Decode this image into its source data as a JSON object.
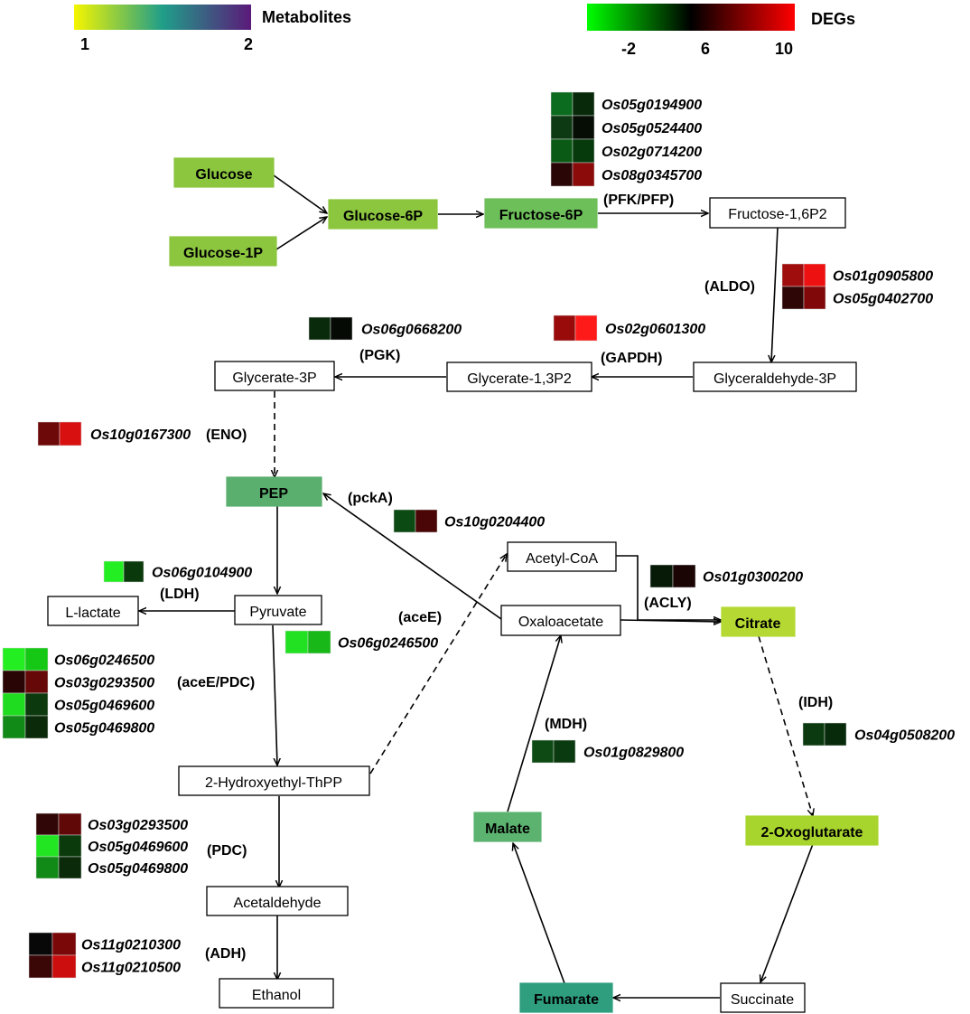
{
  "colors": {
    "box_border": "#000000",
    "box_white": "#ffffff",
    "legend_degs_low": "#00ff00",
    "legend_degs_mid": "#000000",
    "legend_degs_high": "#ff0000",
    "legend_metab_low": "#f5f500",
    "legend_metab_mid": "#1f9e89",
    "legend_metab_high": "#5b1a7a"
  },
  "legend": {
    "metabolites": {
      "title": "Metabolites",
      "min": "1",
      "max": "2"
    },
    "degs": {
      "title": "DEGs",
      "min": "-2",
      "mid": "6",
      "max": "10"
    }
  },
  "nodes": [
    {
      "id": "glucose",
      "label": "Glucose",
      "fill": "#8cc63f"
    },
    {
      "id": "glucose1p",
      "label": "Glucose-1P",
      "fill": "#8cc63f"
    },
    {
      "id": "glucose6p",
      "label": "Glucose-6P",
      "fill": "#8cc63f"
    },
    {
      "id": "fructose6p",
      "label": "Fructose-6P",
      "fill": "#6dbf5a"
    },
    {
      "id": "fructose16p2",
      "label": "Fructose-1,6P2",
      "fill": "#ffffff"
    },
    {
      "id": "glyceraldehyde3p",
      "label": "Glyceraldehyde-3P",
      "fill": "#ffffff"
    },
    {
      "id": "glycerate13p2",
      "label": "Glycerate-1,3P2",
      "fill": "#ffffff"
    },
    {
      "id": "glycerate3p",
      "label": "Glycerate-3P",
      "fill": "#ffffff"
    },
    {
      "id": "pep",
      "label": "PEP",
      "fill": "#5aaf6e"
    },
    {
      "id": "pyruvate",
      "label": "Pyruvate",
      "fill": "#ffffff"
    },
    {
      "id": "llactate",
      "label": "L-lactate",
      "fill": "#ffffff"
    },
    {
      "id": "hydroxyethyl",
      "label": "2-Hydroxyethyl-ThPP",
      "fill": "#ffffff"
    },
    {
      "id": "acetaldehyde",
      "label": "Acetaldehyde",
      "fill": "#ffffff"
    },
    {
      "id": "ethanol",
      "label": "Ethanol",
      "fill": "#ffffff"
    },
    {
      "id": "acetylcoa",
      "label": "Acetyl-CoA",
      "fill": "#ffffff"
    },
    {
      "id": "oxaloacetate",
      "label": "Oxaloacetate",
      "fill": "#ffffff"
    },
    {
      "id": "citrate",
      "label": "Citrate",
      "fill": "#b5d932"
    },
    {
      "id": "oxoglutarate",
      "label": "2-Oxoglutarate",
      "fill": "#a8d42e"
    },
    {
      "id": "succinate",
      "label": "Succinate",
      "fill": "#ffffff"
    },
    {
      "id": "fumarate",
      "label": "Fumarate",
      "fill": "#2e9e7e"
    },
    {
      "id": "malate",
      "label": "Malate",
      "fill": "#5cb370"
    }
  ],
  "enzymes": [
    {
      "id": "pfk",
      "label": "(PFK/PFP)"
    },
    {
      "id": "aldo",
      "label": "(ALDO)"
    },
    {
      "id": "gapdh",
      "label": "(GAPDH)"
    },
    {
      "id": "pgk",
      "label": "(PGK)"
    },
    {
      "id": "eno",
      "label": "(ENO)"
    },
    {
      "id": "pcka",
      "label": "(pckA)"
    },
    {
      "id": "ldh",
      "label": "(LDH)"
    },
    {
      "id": "acee",
      "label": "(aceE)"
    },
    {
      "id": "aceepdc",
      "label": "(aceE/PDC)"
    },
    {
      "id": "pdc",
      "label": "(PDC)"
    },
    {
      "id": "adh",
      "label": "(ADH)"
    },
    {
      "id": "acly",
      "label": "(ACLY)"
    },
    {
      "id": "idh",
      "label": "(IDH)"
    },
    {
      "id": "mdh",
      "label": "(MDH)"
    }
  ],
  "gene_groups": [
    {
      "id": "pfk_genes",
      "rows": [
        {
          "gene": "Os05g0194900",
          "colors": [
            "#0b6b1e",
            "#082a0a"
          ]
        },
        {
          "gene": "Os05g0524400",
          "colors": [
            "#0d3a12",
            "#050d05"
          ]
        },
        {
          "gene": "Os02g0714200",
          "colors": [
            "#0a5a16",
            "#063a0c"
          ]
        },
        {
          "gene": "Os08g0345700",
          "colors": [
            "#2a0606",
            "#8b0a0a"
          ]
        }
      ]
    },
    {
      "id": "aldo_genes",
      "rows": [
        {
          "gene": "Os01g0905800",
          "colors": [
            "#a00d0d",
            "#ee1111"
          ]
        },
        {
          "gene": "Os05g0402700",
          "colors": [
            "#2e0606",
            "#800808"
          ]
        }
      ]
    },
    {
      "id": "gapdh_genes",
      "rows": [
        {
          "gene": "Os02g0601300",
          "colors": [
            "#990b0b",
            "#ff1a1a"
          ]
        }
      ]
    },
    {
      "id": "pgk_genes",
      "rows": [
        {
          "gene": "Os06g0668200",
          "colors": [
            "#0a2a0c",
            "#050a05"
          ]
        }
      ]
    },
    {
      "id": "eno_genes",
      "rows": [
        {
          "gene": "Os10g0167300",
          "colors": [
            "#6e0909",
            "#d81010"
          ]
        }
      ]
    },
    {
      "id": "pcka_genes",
      "rows": [
        {
          "gene": "Os10g0204400",
          "colors": [
            "#0b4a12",
            "#4a0606"
          ]
        }
      ]
    },
    {
      "id": "ldh_genes",
      "rows": [
        {
          "gene": "Os06g0104900",
          "colors": [
            "#22ee22",
            "#0a3a0c"
          ]
        }
      ]
    },
    {
      "id": "acee_genes",
      "rows": [
        {
          "gene": "Os06g0246500",
          "colors": [
            "#22e022",
            "#18b818"
          ]
        }
      ]
    },
    {
      "id": "aceepdc_genes",
      "rows": [
        {
          "gene": "Os06g0246500",
          "colors": [
            "#22ee22",
            "#15c815"
          ]
        },
        {
          "gene": "Os03g0293500",
          "colors": [
            "#2a0505",
            "#660808"
          ]
        },
        {
          "gene": "Os05g0469600",
          "colors": [
            "#20dc20",
            "#0c3a0e"
          ]
        },
        {
          "gene": "Os05g0469800",
          "colors": [
            "#128a18",
            "#0a2a0a"
          ]
        }
      ]
    },
    {
      "id": "pdc_genes",
      "rows": [
        {
          "gene": "Os03g0293500",
          "colors": [
            "#300606",
            "#600808"
          ]
        },
        {
          "gene": "Os05g0469600",
          "colors": [
            "#22e622",
            "#0b3a0d"
          ]
        },
        {
          "gene": "Os05g0469800",
          "colors": [
            "#128a18",
            "#0a2a0a"
          ]
        }
      ]
    },
    {
      "id": "adh_genes",
      "rows": [
        {
          "gene": "Os11g0210300",
          "colors": [
            "#080808",
            "#7a0808"
          ]
        },
        {
          "gene": "Os11g0210500",
          "colors": [
            "#3a0606",
            "#cc0e0e"
          ]
        }
      ]
    },
    {
      "id": "acly_genes",
      "rows": [
        {
          "gene": "Os01g0300200",
          "colors": [
            "#071a08",
            "#1a0404"
          ]
        }
      ]
    },
    {
      "id": "idh_genes",
      "rows": [
        {
          "gene": "Os04g0508200",
          "colors": [
            "#0b3a10",
            "#072a0a"
          ]
        }
      ]
    },
    {
      "id": "mdh_genes",
      "rows": [
        {
          "gene": "Os01g0829800",
          "colors": [
            "#0d4a14",
            "#0a3a10"
          ]
        }
      ]
    }
  ]
}
